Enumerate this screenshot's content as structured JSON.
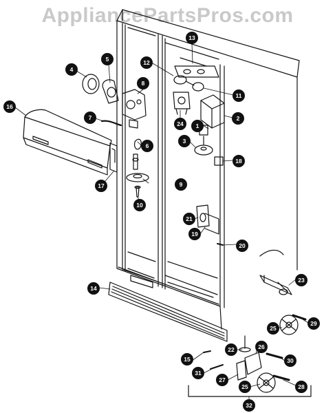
{
  "watermark": "AppliancePartsPros.com",
  "callouts": [
    {
      "id": "1",
      "label": "1"
    },
    {
      "id": "2",
      "label": "2"
    },
    {
      "id": "3",
      "label": "3"
    },
    {
      "id": "4",
      "label": "4"
    },
    {
      "id": "5",
      "label": "5"
    },
    {
      "id": "6",
      "label": "6"
    },
    {
      "id": "7",
      "label": "7"
    },
    {
      "id": "8",
      "label": "8"
    },
    {
      "id": "9",
      "label": "9"
    },
    {
      "id": "10",
      "label": "10"
    },
    {
      "id": "11",
      "label": "11"
    },
    {
      "id": "12",
      "label": "12"
    },
    {
      "id": "13",
      "label": "13"
    },
    {
      "id": "14",
      "label": "14"
    },
    {
      "id": "15",
      "label": "15"
    },
    {
      "id": "16",
      "label": "16"
    },
    {
      "id": "17",
      "label": "17"
    },
    {
      "id": "18",
      "label": "18"
    },
    {
      "id": "19",
      "label": "19"
    },
    {
      "id": "20",
      "label": "20"
    },
    {
      "id": "21",
      "label": "21"
    },
    {
      "id": "22",
      "label": "22"
    },
    {
      "id": "23",
      "label": "23"
    },
    {
      "id": "24",
      "label": "24"
    },
    {
      "id": "25a",
      "label": "25"
    },
    {
      "id": "25b",
      "label": "25"
    },
    {
      "id": "26",
      "label": "26"
    },
    {
      "id": "27",
      "label": "27"
    },
    {
      "id": "28",
      "label": "28"
    },
    {
      "id": "29",
      "label": "29"
    },
    {
      "id": "30",
      "label": "30"
    },
    {
      "id": "31",
      "label": "31"
    },
    {
      "id": "32",
      "label": "32"
    }
  ]
}
